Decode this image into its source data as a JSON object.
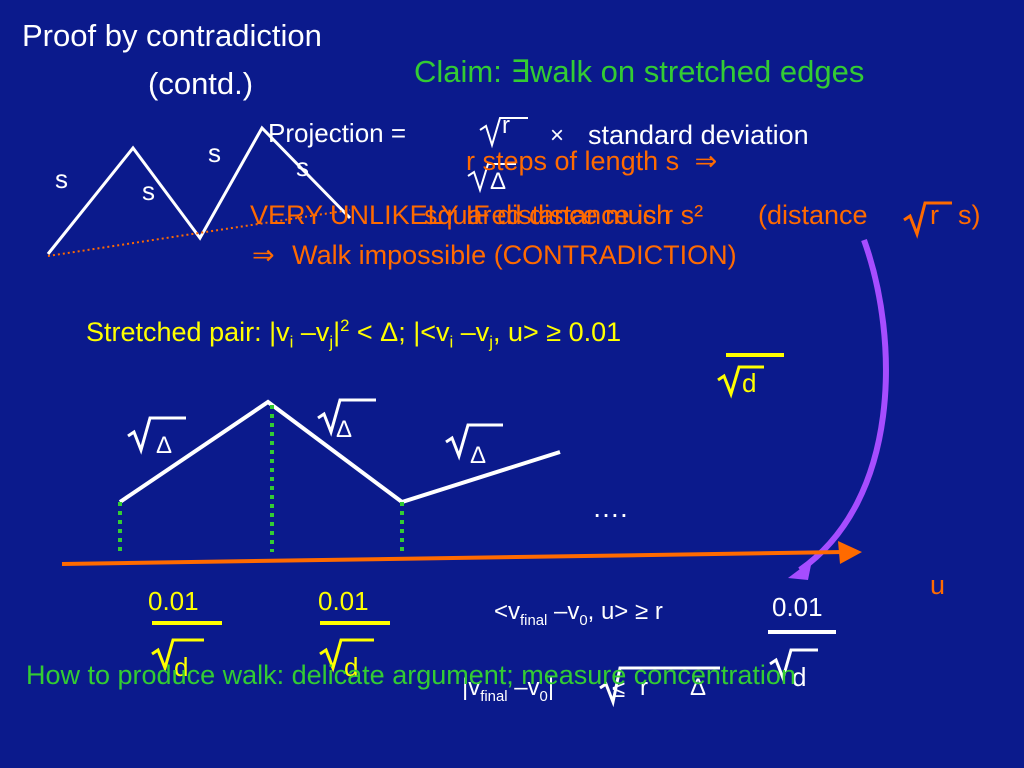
{
  "title": {
    "line1": "Proof by contradiction",
    "line2": "(contd.)"
  },
  "claim": {
    "prefix": "Claim: ",
    "exists": "∃",
    "text": "walk on stretched edges"
  },
  "projection": {
    "label": "Projection =",
    "sqrt_top": "r",
    "times": "×",
    "text": "standard deviation",
    "delta": "Δ"
  },
  "overlap_lines": {
    "steps": "r steps of length s",
    "implies": "⇒",
    "squared": "squared distance is r s²",
    "very_unlikely": "VERY UNLIKELY IF distance much",
    "distance_prefix": "(distance",
    "distance_r": "r",
    "distance_s": "s)",
    "impossible_arrow": "⇒",
    "impossible": "Walk impossible (CONTRADICTION)"
  },
  "zigzag_labels": {
    "s1": "s",
    "s2": "s",
    "s3": "s",
    "s4": "s"
  },
  "stretched": {
    "text": "Stretched pair: |v",
    "i1": "i",
    "minus_v": " –v",
    "j1": "j",
    "sq": "2",
    "mid": " < Δ;  |<v",
    "i2": "i",
    "minus_v2": " –v",
    "j2": "j",
    "end": ", u> ≥  0.01",
    "sqrt_d": "d"
  },
  "walk_labels": {
    "delta1": "Δ",
    "delta2": "Δ",
    "delta3": "Δ",
    "ellipsis": "…."
  },
  "u_label": "u",
  "fractions": {
    "f1_num": "0.01",
    "f1_den": "d",
    "f2_num": "0.01",
    "f2_den": "d"
  },
  "final_ineq": {
    "lhs": "<v",
    "final_sub": "final",
    "minus_v0": " –v",
    "zero_sub": "0",
    "rhs": ", u> ≥  r",
    "num": "0.01",
    "den": "d"
  },
  "norm_ineq": {
    "bar_v": "|v",
    "final_sub": "final",
    "minus": " –v",
    "zero_sub": "0",
    "bar": "|",
    "leq": "≤",
    "r": "r",
    "delta": "Δ"
  },
  "footer": "How to produce walk: delicate argument; measure concentration",
  "colors": {
    "background": "#0b1a8c",
    "white": "#ffffff",
    "green": "#33cc33",
    "orange": "#ff6a00",
    "yellow": "#ffff00",
    "purple": "#a64dff"
  }
}
